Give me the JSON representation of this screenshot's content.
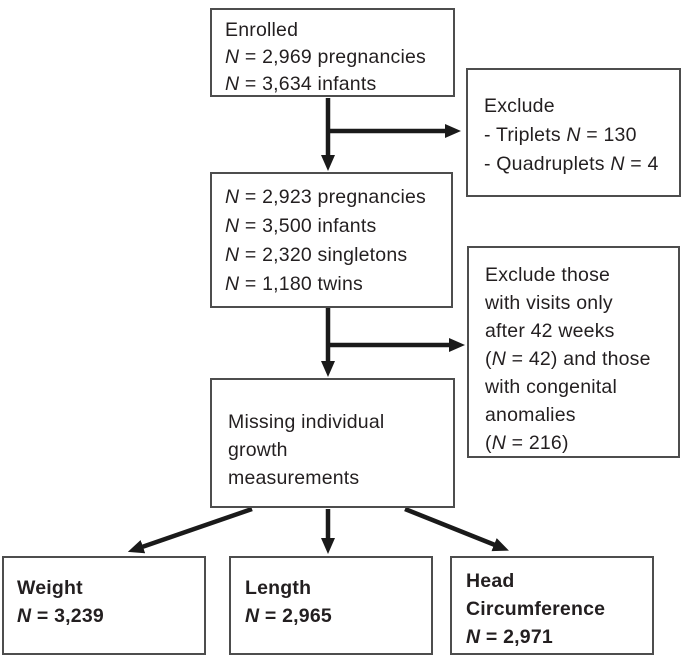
{
  "figure": {
    "background": "#ffffff",
    "text_color": "#231f20",
    "border_color": "#4d4d4d",
    "line_color": "#1a1a1a"
  },
  "boxes": {
    "enrolled": {
      "lines": [
        "Enrolled",
        "N = 2,969 pregnancies",
        "N = 3,634 infants"
      ]
    },
    "exclude_multiples": {
      "lines": [
        "Exclude",
        "- Triplets N = 130",
        "- Quadruplets N = 4"
      ]
    },
    "cohort": {
      "lines": [
        "N = 2,923 pregnancies",
        "N = 3,500 infants",
        "N = 2,320 singletons",
        "N = 1,180 twins"
      ]
    },
    "exclude_visits": {
      "lines": [
        "Exclude those",
        "with visits only",
        "after 42 weeks",
        "(N = 42) and those",
        "with congenital",
        "anomalies",
        "(N = 216)"
      ]
    },
    "missing_measurements": {
      "lines": [
        "Missing individual",
        "growth",
        "measurements"
      ]
    },
    "weight": {
      "lines": [
        "Weight",
        "N = 3,239"
      ]
    },
    "length": {
      "lines": [
        "Length",
        "N = 2,965"
      ]
    },
    "head_circumference": {
      "lines": [
        "Head",
        "Circumference",
        "N = 2,971"
      ]
    }
  }
}
